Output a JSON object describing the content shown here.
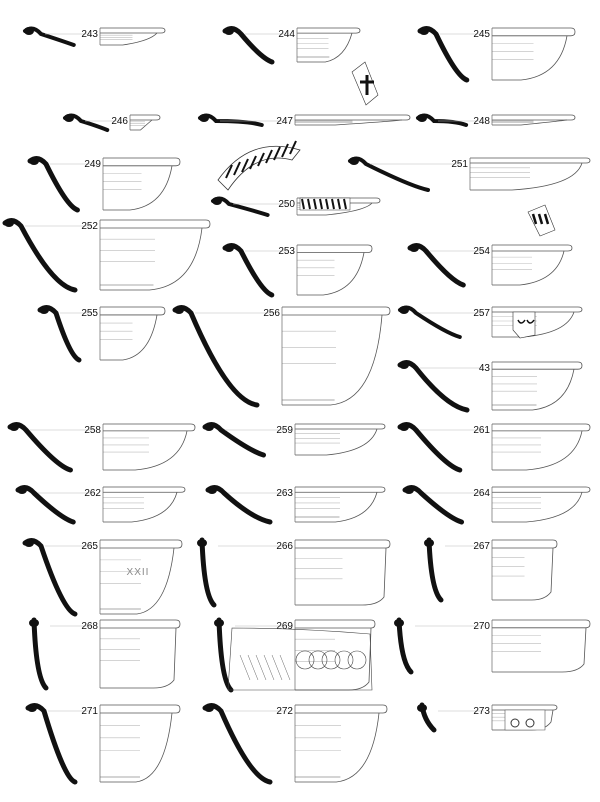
{
  "plate": {
    "items": [
      {
        "number": "243"
      },
      {
        "number": "244"
      },
      {
        "number": "245"
      },
      {
        "number": "246"
      },
      {
        "number": "247"
      },
      {
        "number": "248"
      },
      {
        "number": "249"
      },
      {
        "number": "250"
      },
      {
        "number": "251"
      },
      {
        "number": "252"
      },
      {
        "number": "253"
      },
      {
        "number": "254"
      },
      {
        "number": "255"
      },
      {
        "number": "256"
      },
      {
        "number": "257"
      },
      {
        "number": "43"
      },
      {
        "number": "258"
      },
      {
        "number": "259"
      },
      {
        "number": "261"
      },
      {
        "number": "262"
      },
      {
        "number": "263"
      },
      {
        "number": "264"
      },
      {
        "number": "265",
        "inscription": "XXII"
      },
      {
        "number": "266"
      },
      {
        "number": "267"
      },
      {
        "number": "268"
      },
      {
        "number": "269"
      },
      {
        "number": "270"
      },
      {
        "number": "271"
      },
      {
        "number": "272"
      },
      {
        "number": "273"
      }
    ]
  },
  "colors": {
    "profile": "#111111",
    "outline": "#555555",
    "hatch": "#bbbbbb"
  }
}
